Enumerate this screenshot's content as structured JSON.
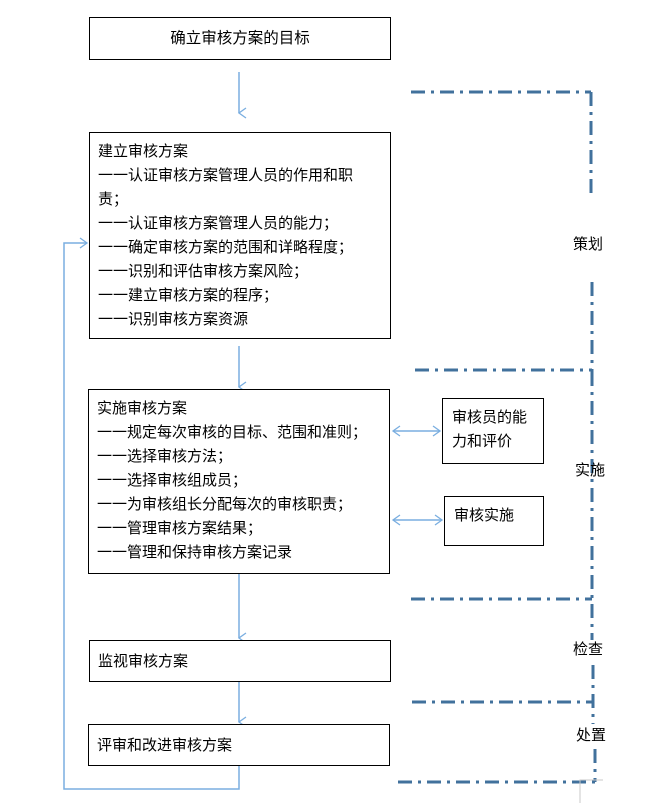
{
  "diagram": {
    "colors": {
      "arrow": "#7aaee0",
      "phase_border": "#41719c",
      "box_border": "#000000",
      "corner_mark": "#c8c8c8"
    },
    "boxes": {
      "goal": {
        "lines": [
          "确立审核方案的目标"
        ]
      },
      "establish": {
        "lines": [
          "建立审核方案",
          "一一认证审核方案管理人员的作用和职",
          "责；",
          "一一认证审核方案管理人员的能力；",
          "一一确定审核方案的范围和详略程度；",
          "一一识别和评估审核方案风险；",
          "一一建立审核方案的程序；",
          "一一识别审核方案资源"
        ]
      },
      "implement": {
        "lines": [
          "实施审核方案",
          "一一规定每次审核的目标、范围和准则；",
          "一一选择审核方法；",
          "一一选择审核组成员；",
          "一一为审核组长分配每次的审核职责；",
          "一一管理审核方案结果；",
          "一一管理和保持审核方案记录"
        ]
      },
      "competence": {
        "lines": [
          "审核员的能",
          "力和评价"
        ]
      },
      "audit_exec": {
        "lines": [
          "审核实施"
        ]
      },
      "monitor": {
        "lines": [
          "监视审核方案"
        ]
      },
      "review": {
        "lines": [
          "评审和改进审核方案"
        ]
      }
    },
    "phases": {
      "plan": "策划",
      "do": "实施",
      "check": "检查",
      "act": "处置"
    },
    "connections": [
      {
        "from": "goal",
        "to": "establish",
        "type": "arrow"
      },
      {
        "from": "establish",
        "to": "implement",
        "type": "arrow"
      },
      {
        "from": "implement",
        "to": "competence",
        "type": "bidirectional"
      },
      {
        "from": "implement",
        "to": "audit_exec",
        "type": "bidirectional"
      },
      {
        "from": "implement",
        "to": "monitor",
        "type": "arrow"
      },
      {
        "from": "monitor",
        "to": "review",
        "type": "arrow"
      },
      {
        "from": "review",
        "to": "establish",
        "type": "feedback-loop"
      }
    ]
  }
}
